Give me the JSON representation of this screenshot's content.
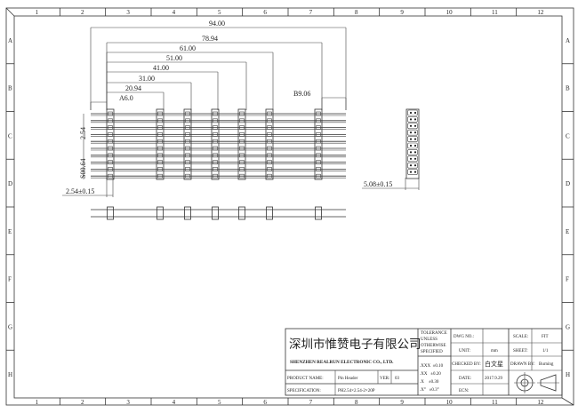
{
  "frame": {
    "columns": [
      "1",
      "2",
      "3",
      "4",
      "5",
      "6",
      "7",
      "8",
      "9",
      "10",
      "11",
      "12"
    ],
    "rows": [
      "A",
      "B",
      "C",
      "D",
      "E",
      "F",
      "G",
      "H"
    ]
  },
  "dimensions": {
    "overall": "94.00",
    "d1": "78.94",
    "d2": "61.00",
    "d3": "51.00",
    "d4": "41.00",
    "d5": "31.00",
    "d6": "20.94",
    "d7": "A6.0",
    "d8": "B9.06",
    "pitch": "2.54",
    "pin_size": "S00.64",
    "pitch_tol": "2.54±0.15",
    "row_pitch": "5.08±0.15"
  },
  "title_block": {
    "company_cn": "深圳市惟赞电子有限公司",
    "company_en": "SHENZHEN REALRUN ELECTRONIC CO., LTD.",
    "product_name_label": "PRODUCT NAME:",
    "product_name": "Pin Header",
    "ver_label": "VER:",
    "ver": "03",
    "spec_label": "SPECIFICATION:",
    "spec": "PH2.54×2.54-2×20P",
    "tolerance_title": [
      "TOLERANCE",
      "UNLESS",
      "OTHERWISE",
      "SPECIFIED"
    ],
    "tolerances": [
      ".XXX  ±0.10",
      ".XX   ±0.20",
      ".X    ±0.30",
      ".X°   ±0.3°"
    ],
    "dwg_no_label": "DWG NO.:",
    "dwg_no": "",
    "unit_label": "UNIT:",
    "unit": "mm",
    "checked_label": "CHECKED BY:",
    "checked": "白文星",
    "date_label": "DATE:",
    "date": "2017.9.29",
    "ecn_label": "ECN:",
    "ecn": "",
    "scale_label": "SCALE:",
    "scale": "FIT",
    "sheet_label": "SHEET:",
    "sheet": "1/1",
    "drawn_label": "DRAWN BY:",
    "drawn": "Burning"
  }
}
